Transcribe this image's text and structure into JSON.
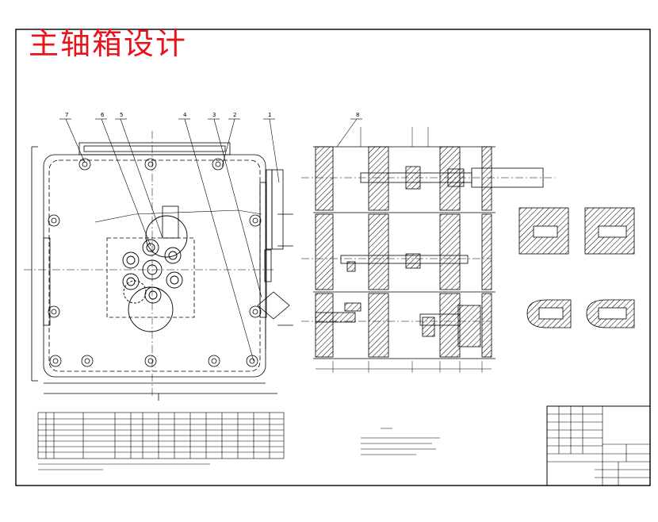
{
  "drawing": {
    "title": "主轴箱设计",
    "title_color": "#e8141b",
    "line_color": "#000000",
    "hatch_color": "#000000",
    "balloons": [
      "7",
      "6",
      "5",
      "4",
      "3",
      "2",
      "1",
      "8"
    ]
  }
}
